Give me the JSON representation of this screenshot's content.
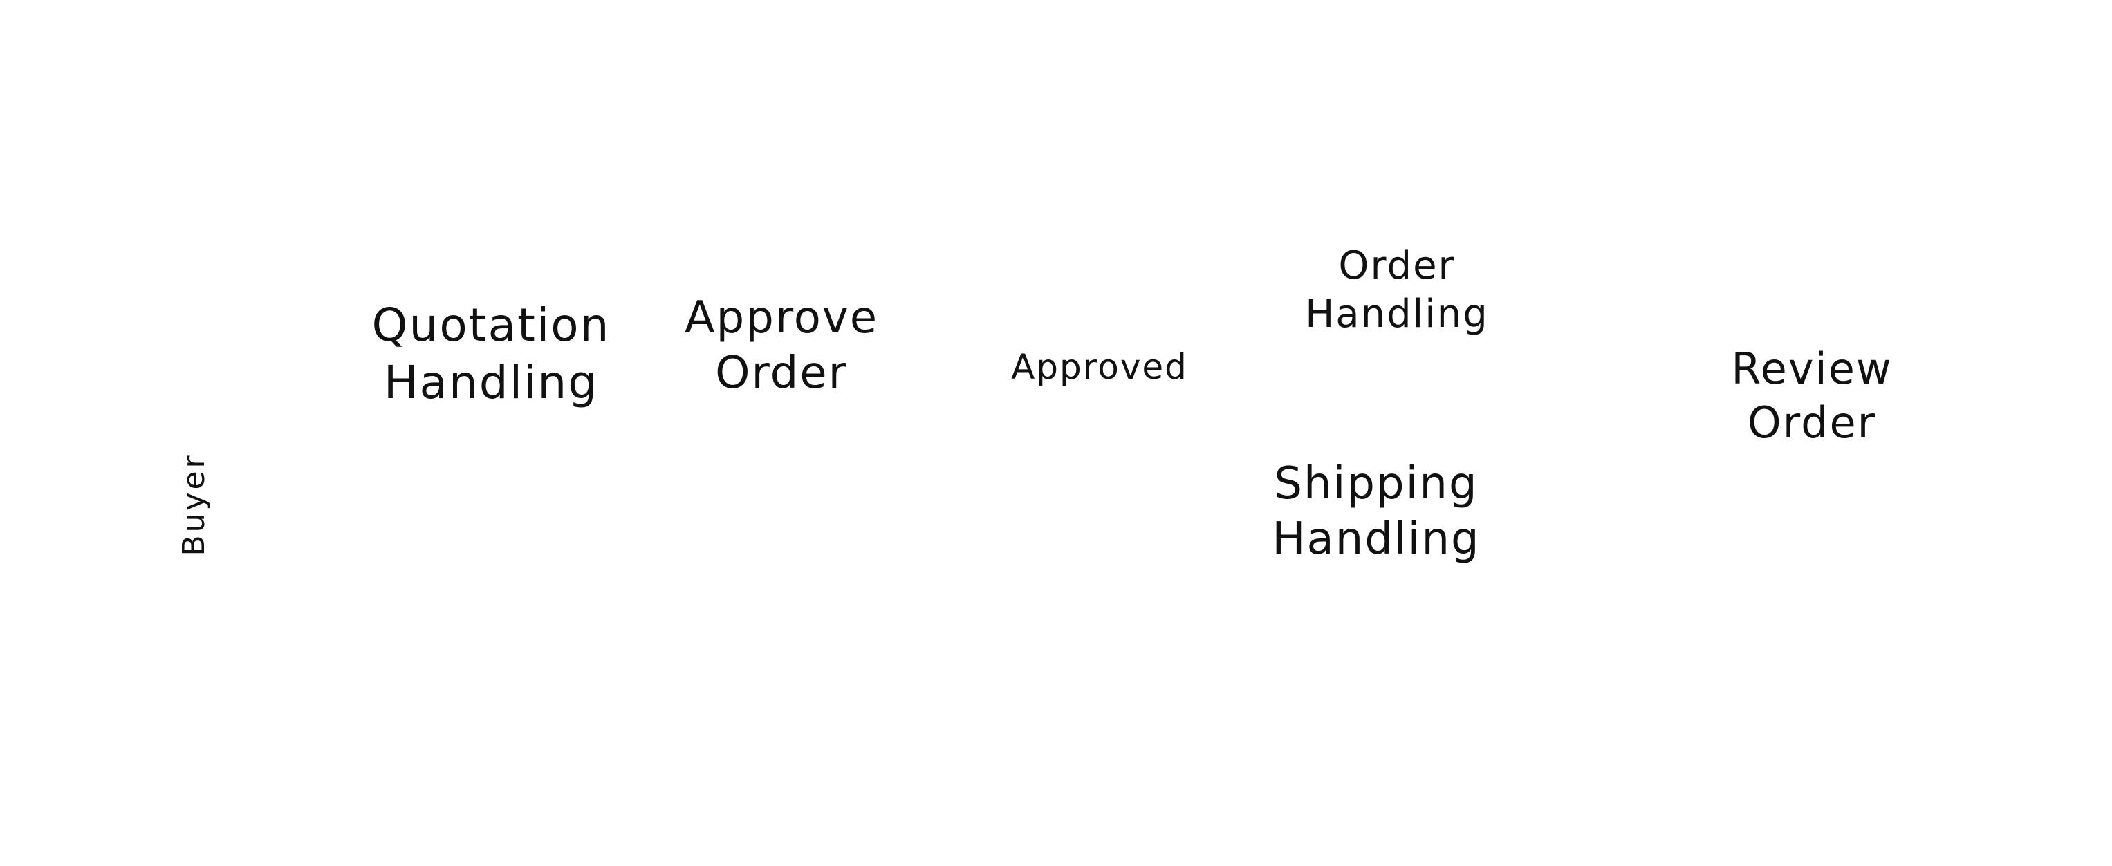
{
  "diagram": {
    "lane": {
      "label": "Buyer"
    },
    "nodes": {
      "quotation_handling": {
        "line1": "Quotation",
        "line2": "Handling"
      },
      "approve_order": {
        "line1": "Approve",
        "line2": "Order"
      },
      "approved": {
        "label": "Approved"
      },
      "order_handling": {
        "line1": "Order",
        "line2": "Handling"
      },
      "shipping_handling": {
        "line1": "Shipping",
        "line2": "Handling"
      },
      "review_order": {
        "line1": "Review",
        "line2": "Order"
      }
    }
  }
}
